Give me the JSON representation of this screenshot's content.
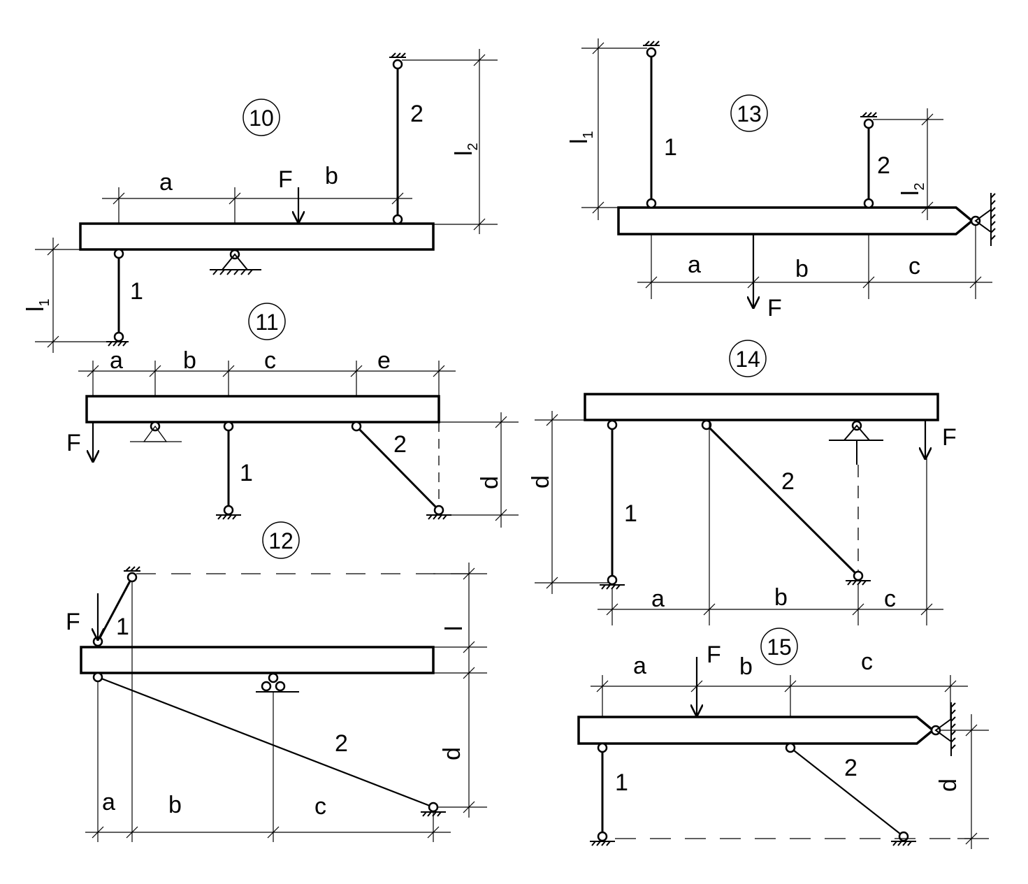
{
  "diagrams": {
    "d10": {
      "number": "10",
      "a": "a",
      "b": "b",
      "F": "F",
      "l1": "l",
      "l1_sub": "1",
      "l2": "l",
      "l2_sub": "2",
      "rod1": "1",
      "rod2": "2"
    },
    "d11": {
      "number": "11",
      "a": "a",
      "b": "b",
      "c": "c",
      "e": "e",
      "d": "d",
      "F": "F",
      "rod1": "1",
      "rod2": "2"
    },
    "d12": {
      "number": "12",
      "a": "a",
      "b": "b",
      "c": "c",
      "d": "d",
      "l": "l",
      "F": "F",
      "rod1": "1",
      "rod2": "2"
    },
    "d13": {
      "number": "13",
      "a": "a",
      "b": "b",
      "c": "c",
      "F": "F",
      "l1": "l",
      "l1_sub": "1",
      "l2": "l",
      "l2_sub": "2",
      "rod1": "1",
      "rod2": "2"
    },
    "d14": {
      "number": "14",
      "a": "a",
      "b": "b",
      "c": "c",
      "d": "d",
      "F": "F",
      "rod1": "1",
      "rod2": "2"
    },
    "d15": {
      "number": "15",
      "a": "a",
      "b": "b",
      "c": "c",
      "d": "d",
      "F": "F",
      "rod1": "1",
      "rod2": "2"
    }
  }
}
